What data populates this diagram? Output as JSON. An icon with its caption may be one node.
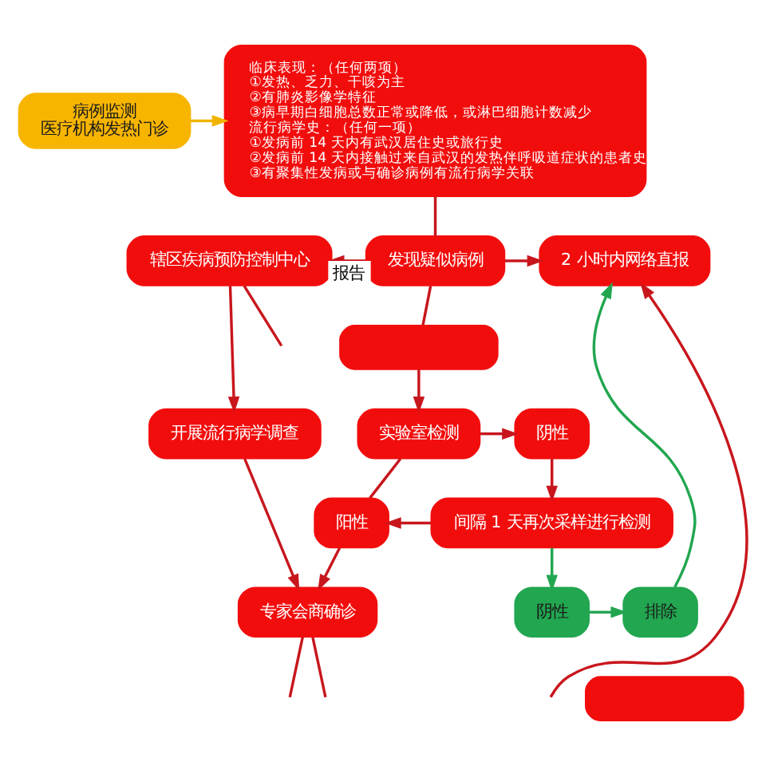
{
  "diagram": {
    "nodes": [
      {
        "text": [
          "病例监测",
          "医疗机构发热门诊"
        ]
      },
      {
        "text": [
          "临床表现：（任何两项）",
          "①发热、乏力、干咳为主",
          "②有肺炎影像学特征",
          "③病早期白细胞总数正常或降低，或淋巴细胞计数减少",
          "流行病学史：（任何一项）",
          "①发病前 14 天内有武汉居住史或旅行史",
          "②发病前 14 天内接触过来自武汉的发热伴呼吸道症状的患者史",
          "③有聚集性发病或与确诊病例有流行病学关联"
        ]
      },
      {
        "text": [
          "辖区疾病预防控制中心"
        ]
      },
      {
        "text": [
          "发现疑似病例"
        ]
      },
      {
        "text": [
          "2 小时内网络直报"
        ]
      },
      {
        "text": [],
        "shape": "box"
      },
      {
        "text": [
          "开展流行病学调查"
        ]
      },
      {
        "text": [
          "实验室检测"
        ]
      },
      {
        "text": [
          "阴性"
        ]
      },
      {
        "text": [
          "阳性"
        ]
      },
      {
        "text": [
          "间隔 1 天再次采样进行检测"
        ]
      },
      {
        "text": [
          "阴性"
        ]
      },
      {
        "text": [
          "排除"
        ]
      },
      {
        "text": [
          "专家会商确诊"
        ]
      },
      {
        "text": [],
        "shape": "box"
      }
    ],
    "edges": [
      {
        "from": 0,
        "to": 1,
        "arrow": "to",
        "color": "#f0b400"
      },
      {
        "from": 1,
        "to": 3,
        "arrow": "none"
      },
      {
        "from": 3,
        "to": 2,
        "arrow": "to",
        "label": "报告"
      },
      {
        "from": 3,
        "to": 4,
        "arrow": "to"
      },
      {
        "from": 2,
        "to": 6,
        "arrow": "to"
      },
      {
        "from": 2,
        "to": null,
        "arrow": "none"
      },
      {
        "from": 3,
        "to": 5,
        "arrow": "none"
      },
      {
        "from": 5,
        "to": 7,
        "arrow": "to"
      },
      {
        "from": 7,
        "to": 8,
        "arrow": "to"
      },
      {
        "from": 8,
        "to": 10,
        "arrow": "to"
      },
      {
        "from": 10,
        "to": 9,
        "arrow": "to"
      },
      {
        "from": 7,
        "to": 9,
        "arrow": "none"
      },
      {
        "from": 10,
        "to": 11,
        "arrow": "to",
        "color": "#22a650"
      },
      {
        "from": 11,
        "to": 12,
        "arrow": "to",
        "color": "#22a650"
      },
      {
        "from": 12,
        "to": 4,
        "arrow": "to",
        "color": "#22a650"
      },
      {
        "from": null,
        "to": 4,
        "arrow": "to"
      },
      {
        "from": 6,
        "to": 13,
        "arrow": "to"
      },
      {
        "from": 9,
        "to": 13,
        "arrow": "to"
      },
      {
        "from": 13,
        "to": null,
        "arrow": "none"
      },
      {
        "from": 13,
        "to": null,
        "arrow": "none"
      }
    ]
  }
}
